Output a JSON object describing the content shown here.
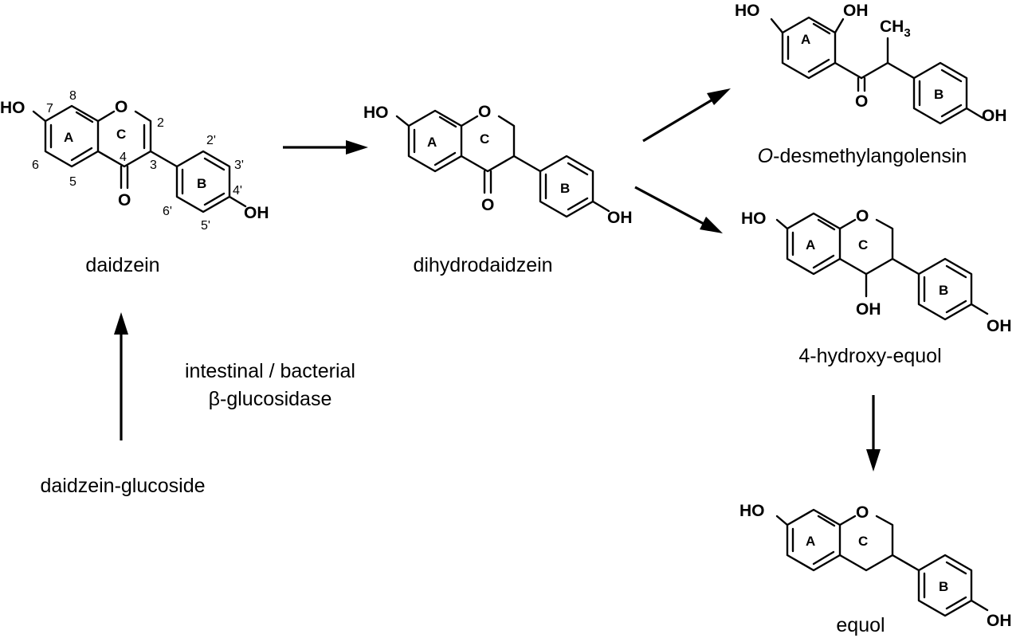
{
  "compounds": {
    "daidzein": {
      "name": "daidzein",
      "substituents": {
        "oh_7": "HO",
        "oh_4p": "OH",
        "o_ring": "O",
        "o_carbonyl": "O"
      },
      "rings": [
        "A",
        "C",
        "B"
      ],
      "positions": [
        "7",
        "8",
        "2",
        "4",
        "6",
        "5",
        "3",
        "2'",
        "3'",
        "4'",
        "5'",
        "6'"
      ]
    },
    "dihydrodaidzein": {
      "name": "dihydrodaidzein",
      "substituents": {
        "oh_7": "HO",
        "oh_4p": "OH",
        "o_ring": "O",
        "o_carbonyl": "O"
      },
      "rings": [
        "A",
        "C",
        "B"
      ]
    },
    "odma": {
      "name_italic": "O",
      "name_rest": "-desmethylangolensin",
      "substituents": {
        "oh_left": "HO",
        "oh_right": "OH",
        "o_carbonyl": "O",
        "ch3_main": "CH",
        "ch3_sub": "3",
        "oh_4p": "OH"
      },
      "rings": [
        "A",
        "B"
      ]
    },
    "hydroxy_equol": {
      "name": "4-hydroxy-equol",
      "substituents": {
        "oh_7": "HO",
        "o_ring": "O",
        "oh_4": "OH",
        "oh_4p": "OH"
      },
      "rings": [
        "A",
        "C",
        "B"
      ]
    },
    "equol": {
      "name": "equol",
      "substituents": {
        "oh_7": "HO",
        "o_ring": "O",
        "oh_4p": "OH"
      },
      "rings": [
        "A",
        "C",
        "B"
      ]
    },
    "glucoside": {
      "name": "daidzein-glucoside"
    }
  },
  "enzyme": {
    "line1": "intestinal / bacterial",
    "line2": "β-glucosidase"
  },
  "arrows": [
    {
      "from": "daidzein-glucoside",
      "to": "daidzein"
    },
    {
      "from": "daidzein",
      "to": "dihydrodaidzein"
    },
    {
      "from": "dihydrodaidzein",
      "to": "O-desmethylangolensin"
    },
    {
      "from": "dihydrodaidzein",
      "to": "4-hydroxy-equol"
    },
    {
      "from": "4-hydroxy-equol",
      "to": "equol"
    }
  ]
}
